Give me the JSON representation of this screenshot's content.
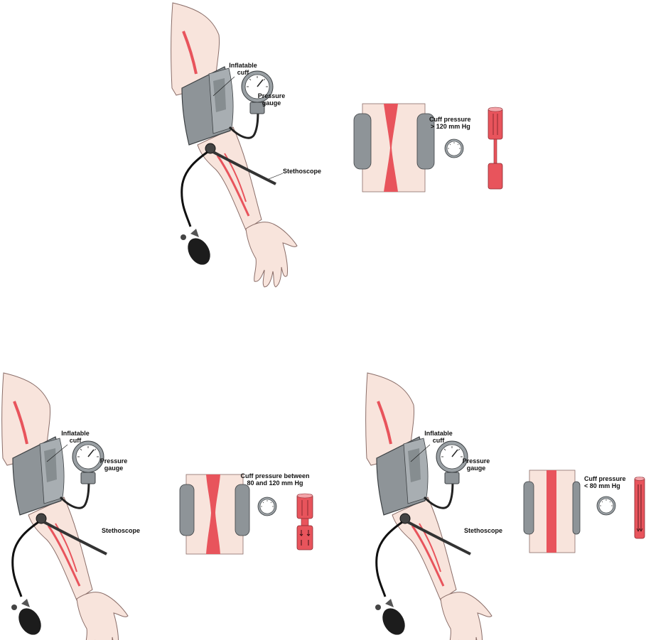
{
  "panels": [
    {
      "cuff_label": [
        "Inflatable",
        "cuff"
      ],
      "gauge_label": [
        "Pressure",
        "gauge"
      ],
      "stethoscope_label": "Stethoscope",
      "pressure_label": [
        "Cuff pressure",
        "> 120 mm Hg"
      ],
      "artery_state": "closed"
    },
    {
      "cuff_label": [
        "Inflatable",
        "cuff"
      ],
      "gauge_label": [
        "Pressure",
        "gauge"
      ],
      "stethoscope_label": "Stethoscope",
      "pressure_label": [
        "Cuff pressure between",
        "80 and 120 mm Hg"
      ],
      "artery_state": "partial"
    },
    {
      "cuff_label": [
        "Inflatable",
        "cuff"
      ],
      "gauge_label": [
        "Pressure",
        "gauge"
      ],
      "stethoscope_label": "Stethoscope",
      "pressure_label": [
        "Cuff pressure",
        "< 80 mm Hg"
      ],
      "artery_state": "open"
    }
  ],
  "colors": {
    "skin": "#f8e4dc",
    "skin_line": "#8a6d68",
    "artery": "#e8545c",
    "cuff": "#8e9498",
    "cuff_dark": "#5d6366",
    "tube": "#222222",
    "gauge_face": "#ffffff"
  }
}
